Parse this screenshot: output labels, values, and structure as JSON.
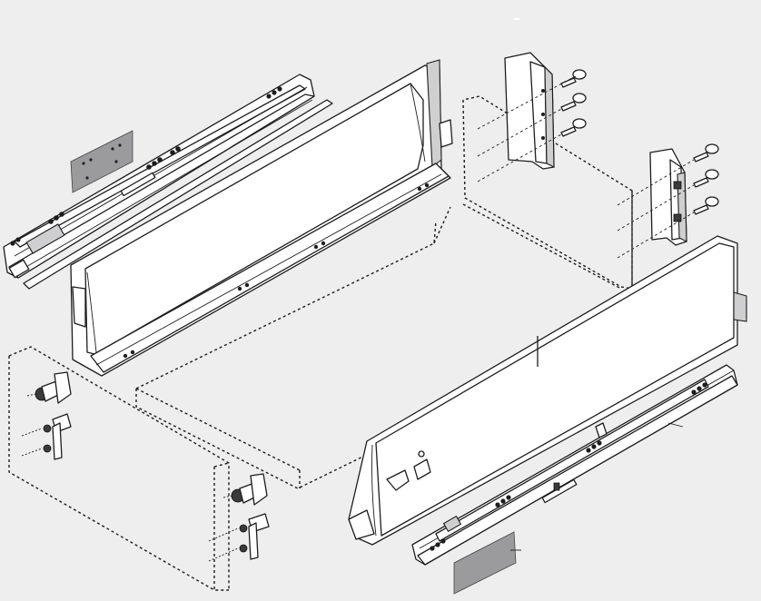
{
  "diagram": {
    "parts": [
      {
        "id": "left-runner",
        "icon": "drawer-runner-rail"
      },
      {
        "id": "left-side-panel",
        "icon": "drawer-side-panel"
      },
      {
        "id": "right-side-panel",
        "icon": "drawer-side-panel"
      },
      {
        "id": "right-runner",
        "icon": "drawer-runner-rail"
      },
      {
        "id": "rear-bracket-left",
        "icon": "rear-fixing-bracket"
      },
      {
        "id": "rear-bracket-right",
        "icon": "rear-fixing-bracket"
      },
      {
        "id": "front-fixing-left",
        "icon": "front-fixing-bracket"
      },
      {
        "id": "front-fixing-right",
        "icon": "front-fixing-bracket"
      },
      {
        "id": "front-panel",
        "icon": "dashed-front-panel"
      },
      {
        "id": "drawer-bottom",
        "icon": "dashed-drawer-bottom"
      },
      {
        "id": "back-panel",
        "icon": "dashed-back-panel"
      },
      {
        "id": "cover-cap-left",
        "icon": "grey-cover-cap"
      },
      {
        "id": "cover-cap-right",
        "icon": "grey-cover-cap"
      },
      {
        "id": "screws",
        "icon": "wood-screw"
      }
    ],
    "colors": {
      "background": "#eeeeef",
      "line": "#1d1d1d",
      "metal": "#ffffff",
      "cap": "#9b9b9d"
    }
  }
}
